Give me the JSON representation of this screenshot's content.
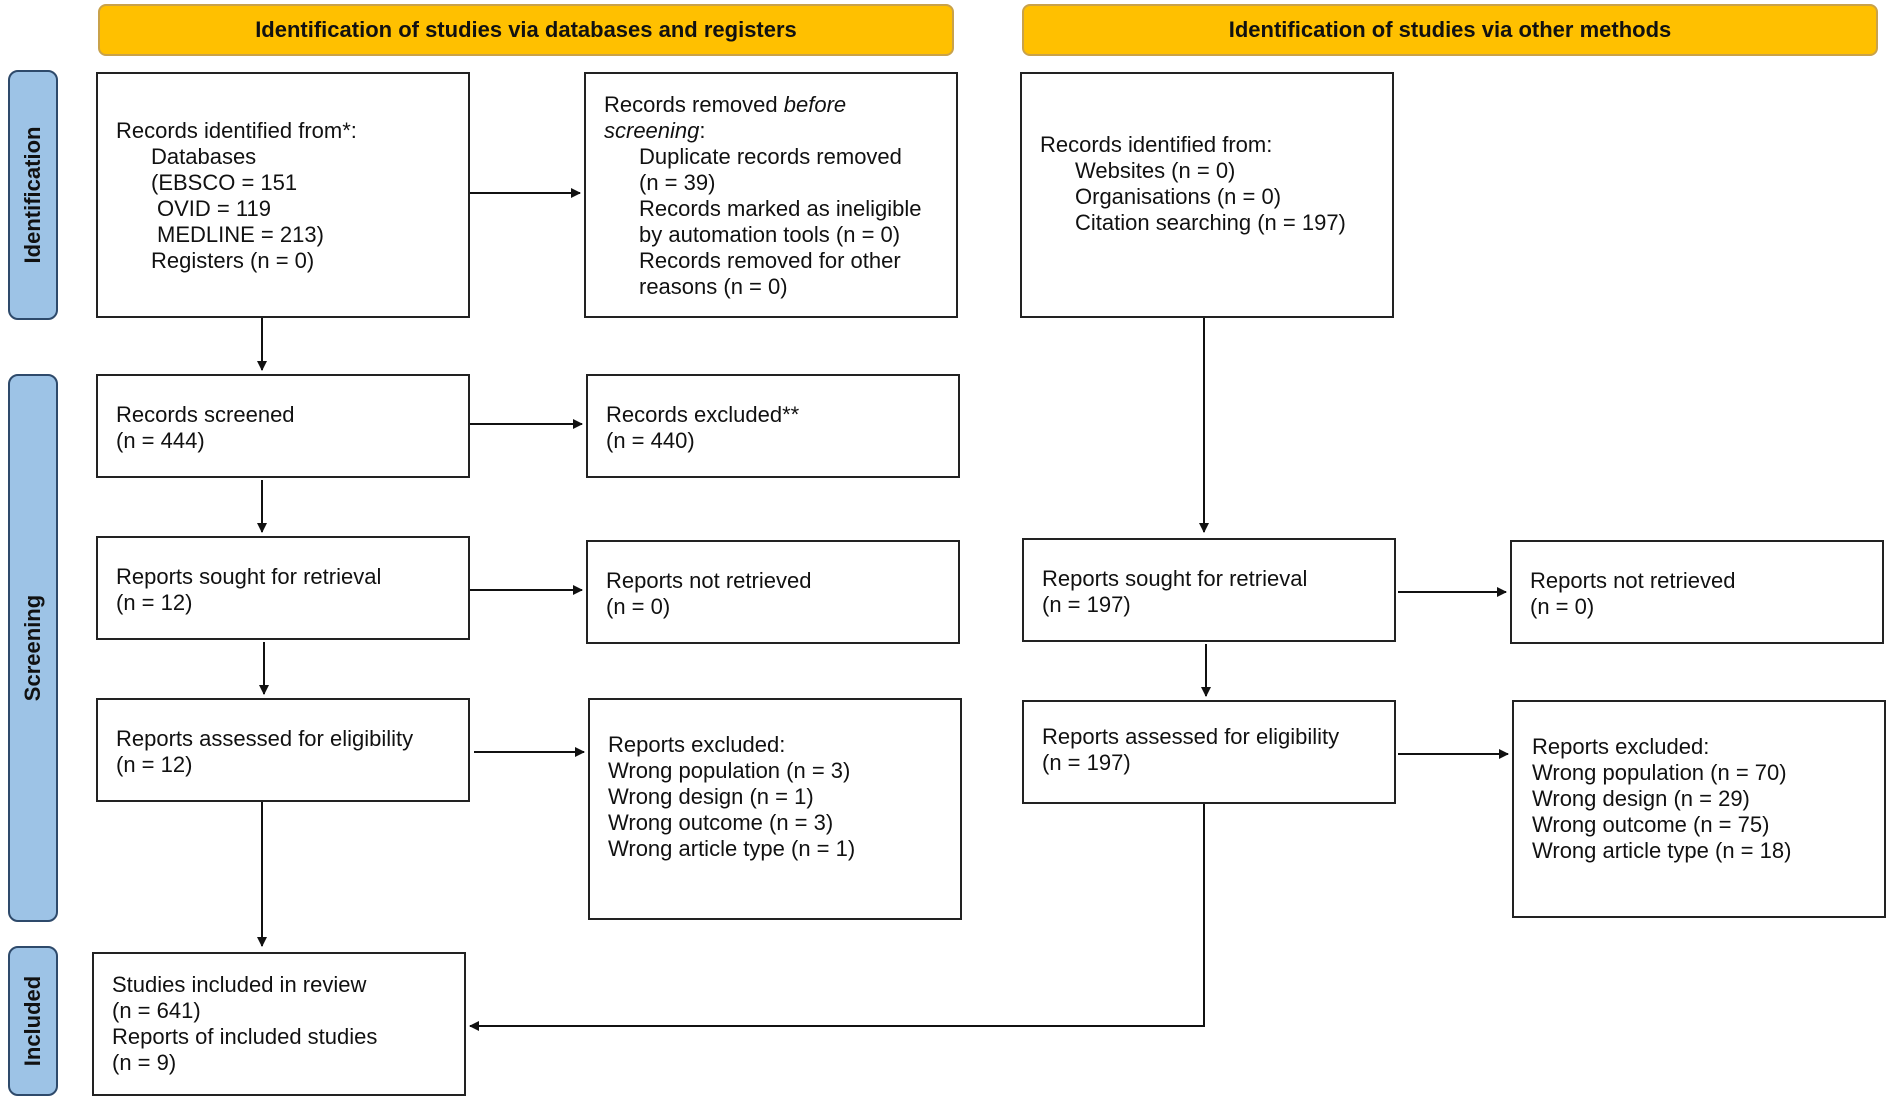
{
  "headers": {
    "left": "Identification of studies via databases and registers",
    "right": "Identification of studies via other methods"
  },
  "phases": {
    "identification": "Identification",
    "screening": "Screening",
    "included": "Included"
  },
  "db": {
    "records_identified": {
      "title": "Records identified from*:",
      "databases": "Databases",
      "ebsco": "(EBSCO = 151",
      "ovid": "OVID = 119",
      "medline": "MEDLINE = 213)",
      "registers": "Registers (n = 0)"
    },
    "records_removed": {
      "title_plain": "Records removed ",
      "title_italic": "before",
      "screening_italic": "screening",
      "colon": ":",
      "dup": "Duplicate records removed",
      "dup_n": "(n = 39)",
      "inelig1": "Records marked as ineligible",
      "inelig2": "by automation tools (n = 0)",
      "other1": "Records removed for other",
      "other2": "reasons (n = 0)"
    },
    "screened": {
      "title": "Records screened",
      "n": "(n = 444)"
    },
    "excluded": {
      "title": "Records excluded**",
      "n": "(n = 440)"
    },
    "sought": {
      "title": "Reports sought for retrieval",
      "n": "(n = 12)"
    },
    "not_retrieved": {
      "title": "Reports not retrieved",
      "n": "(n = 0)"
    },
    "assessed": {
      "title": "Reports assessed for eligibility",
      "n": "(n = 12)"
    },
    "reports_excluded": {
      "title": "Reports excluded:",
      "pop": "Wrong population (n = 3)",
      "design": "Wrong design (n = 1)",
      "outcome": "Wrong outcome (n = 3)",
      "type": "Wrong article type (n = 1)"
    },
    "included": {
      "studies": "Studies included in review",
      "studies_n": "(n = 641)",
      "reports": "Reports of included studies",
      "reports_n": "(n = 9)"
    }
  },
  "other": {
    "records_identified": {
      "title": "Records identified from:",
      "websites": "Websites (n = 0)",
      "orgs": "Organisations (n = 0)",
      "citation": "Citation searching (n = 197)"
    },
    "sought": {
      "title": "Reports sought for retrieval",
      "n": "(n = 197)"
    },
    "not_retrieved": {
      "title": "Reports not retrieved",
      "n": "(n = 0)"
    },
    "assessed": {
      "title": "Reports assessed for eligibility",
      "n": "(n = 197)"
    },
    "reports_excluded": {
      "title": "Reports excluded:",
      "pop": "Wrong population (n = 70)",
      "design": "Wrong design (n = 29)",
      "outcome": "Wrong outcome (n = 75)",
      "type": "Wrong article type (n = 18)"
    }
  },
  "colors": {
    "header_fill": "#FFC000",
    "phase_fill": "#9DC3E6",
    "phase_border": "#2E4A6B",
    "line": "#111111"
  }
}
